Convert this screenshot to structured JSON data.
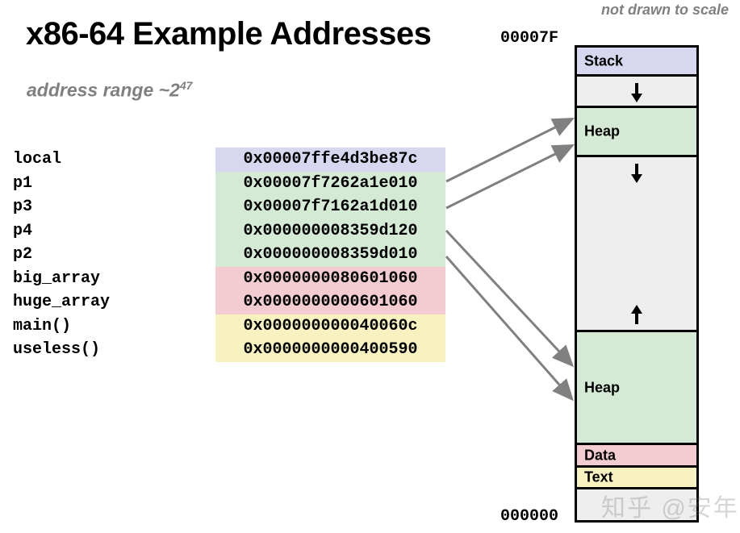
{
  "header": {
    "title": "x86-64 Example Addresses",
    "subtitle_text": "address range ~2",
    "subtitle_exponent": "47",
    "note": "not drawn to scale"
  },
  "table": {
    "rows": [
      {
        "name": "local",
        "address": "0x00007ffe4d3be87c",
        "region": "stack"
      },
      {
        "name": "p1",
        "address": "0x00007f7262a1e010",
        "region": "heap"
      },
      {
        "name": "p3",
        "address": "0x00007f7162a1d010",
        "region": "heap"
      },
      {
        "name": "p4",
        "address": "0x000000008359d120",
        "region": "heap"
      },
      {
        "name": "p2",
        "address": "0x000000008359d010",
        "region": "heap"
      },
      {
        "name": "big_array",
        "address": "0x0000000080601060",
        "region": "data"
      },
      {
        "name": "huge_array",
        "address": "0x0000000000601060",
        "region": "data"
      },
      {
        "name": "main()",
        "address": "0x000000000040060c",
        "region": "text"
      },
      {
        "name": "useless()",
        "address": "0x0000000000400590",
        "region": "text"
      }
    ]
  },
  "diagram": {
    "top_address_label": "00007F",
    "bottom_address_label": "000000",
    "blocks": [
      {
        "label": "Stack",
        "region": "stack",
        "arrow": ""
      },
      {
        "label": "",
        "region": "gap",
        "arrow": "down"
      },
      {
        "label": "Heap",
        "region": "heap",
        "arrow": ""
      },
      {
        "label": "",
        "region": "gap",
        "arrow": "down-up"
      },
      {
        "label": "Heap",
        "region": "heap",
        "arrow": ""
      },
      {
        "label": "Data",
        "region": "data",
        "arrow": ""
      },
      {
        "label": "Text",
        "region": "text",
        "arrow": ""
      },
      {
        "label": "",
        "region": "gap",
        "arrow": ""
      }
    ]
  },
  "watermark": {
    "text": "知乎 @安年"
  },
  "colors": {
    "stack": "#d7d7ef",
    "heap": "#d5ead5",
    "data": "#f2ccd0",
    "text": "#f7f2c0",
    "gap": "#eeeeee",
    "border": "#000000",
    "arrow": "#808080",
    "muted_text": "#808080"
  }
}
